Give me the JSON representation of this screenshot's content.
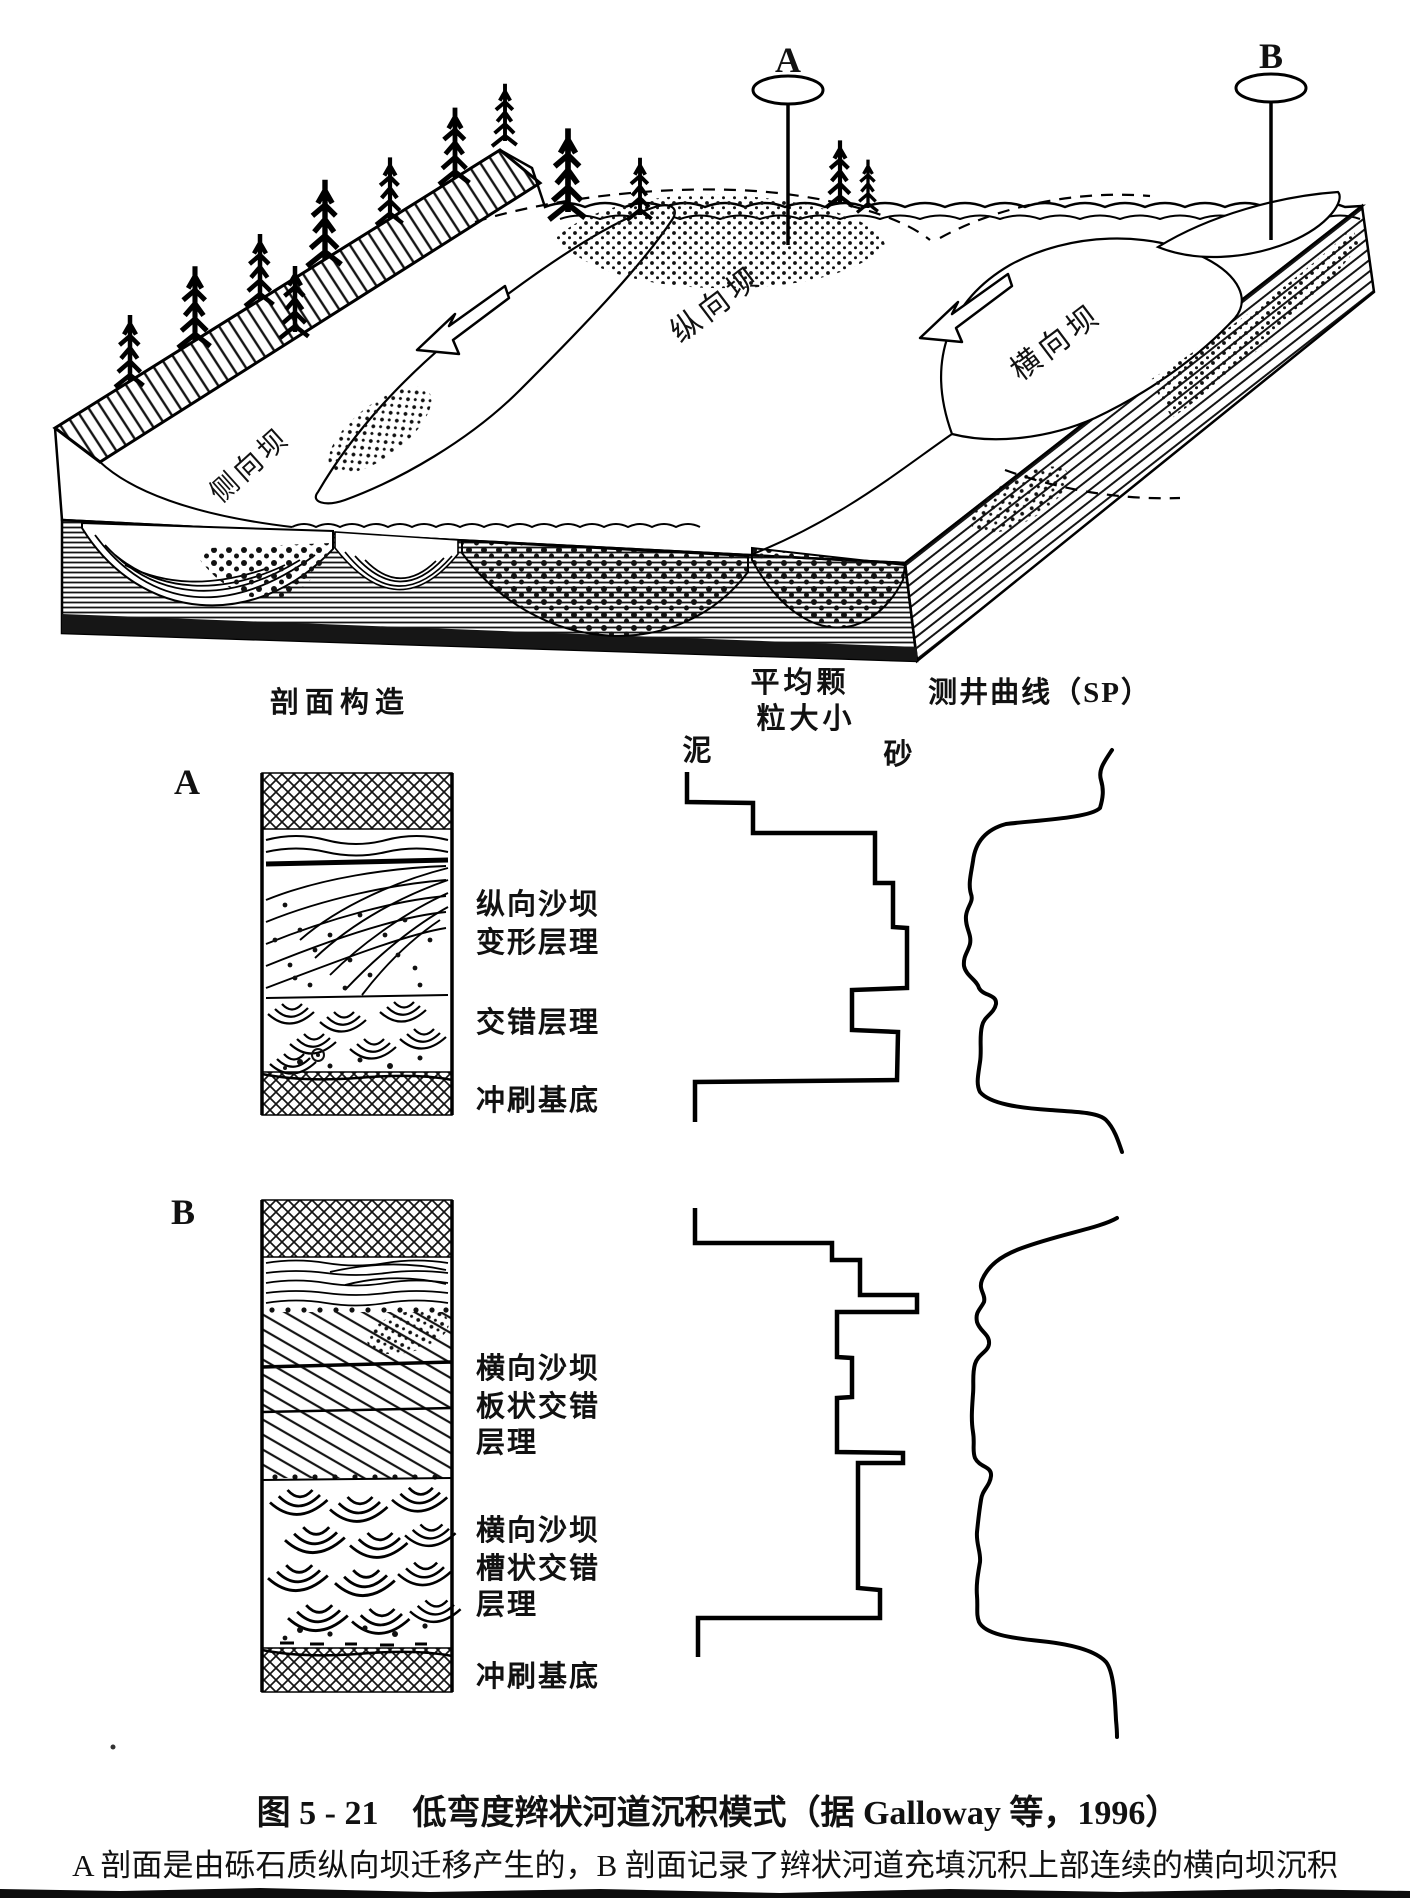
{
  "figure": {
    "number_caption": "图 5 - 21　低弯度辫状河道沉积模式（据 Galloway 等，1996）",
    "footnote": "A 剖面是由砾石质纵向坝迁移产生的，B 剖面记录了辫状河道充填沉积上部连续的横向坝沉积"
  },
  "block": {
    "well_a_label": "A",
    "well_b_label": "B",
    "longitudinal_bar": "纵向坝",
    "transverse_bar": "横向坝",
    "lateral_bar": "侧向坝"
  },
  "headers": {
    "profile_structure": "剖面构造",
    "grain_size_line1": "平均颗",
    "grain_size_line2": "粒大小",
    "mud": "泥",
    "sand": "砂",
    "well_log": "测井曲线（SP）"
  },
  "section_a": {
    "label": "A",
    "ann1_line1": "纵向沙坝",
    "ann1_line2": "变形层理",
    "ann2": "交错层理",
    "ann3": "冲刷基底"
  },
  "section_b": {
    "label": "B",
    "ann1_line1": "横向沙坝",
    "ann1_line2": "板状交错",
    "ann1_line3": "层理",
    "ann2_line1": "横向沙坝",
    "ann2_line2": "槽状交错",
    "ann2_line3": "层理",
    "ann3": "冲刷基底"
  },
  "colors": {
    "ink": "#111111",
    "paper": "#ffffff"
  }
}
